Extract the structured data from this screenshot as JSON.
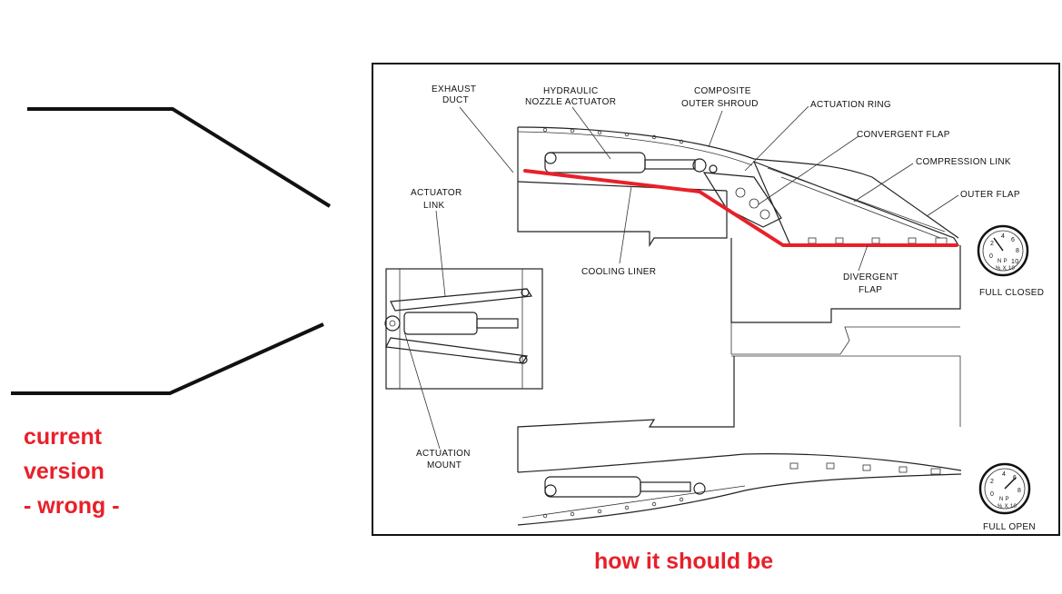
{
  "labels": {
    "exhaust_duct": [
      "EXHAUST",
      "DUCT"
    ],
    "hydraulic_actuator": [
      "HYDRAULIC",
      "NOZZLE ACTUATOR"
    ],
    "outer_shroud": [
      "COMPOSITE",
      "OUTER SHROUD"
    ],
    "actuation_ring": "ACTUATION RING",
    "convergent_flap": "CONVERGENT FLAP",
    "compression_link": "COMPRESSION LINK",
    "outer_flap": "OUTER FLAP",
    "actuator_link": [
      "ACTUATOR",
      "LINK"
    ],
    "cooling_liner": "COOLING LINER",
    "divergent_flap": [
      "DIVERGENT",
      "FLAP"
    ],
    "actuation_mount": [
      "ACTUATION",
      "MOUNT"
    ],
    "full_closed": "FULL CLOSED",
    "full_open": "FULL OPEN"
  },
  "gauges": {
    "closed": {
      "ticks": [
        "2",
        "4",
        "6",
        "8",
        "10",
        "0"
      ],
      "center": [
        "N P",
        "% X 10"
      ]
    },
    "open": {
      "ticks": [
        "2",
        "4",
        "6",
        "8",
        "0"
      ],
      "center": [
        "N P",
        "% X 10"
      ]
    }
  },
  "annotations": {
    "current_version": [
      "current",
      "version",
      "- wrong -"
    ],
    "how_it_should_be": "how it should be"
  },
  "colors": {
    "annotation": "#e8202a",
    "ink": "#222222"
  }
}
